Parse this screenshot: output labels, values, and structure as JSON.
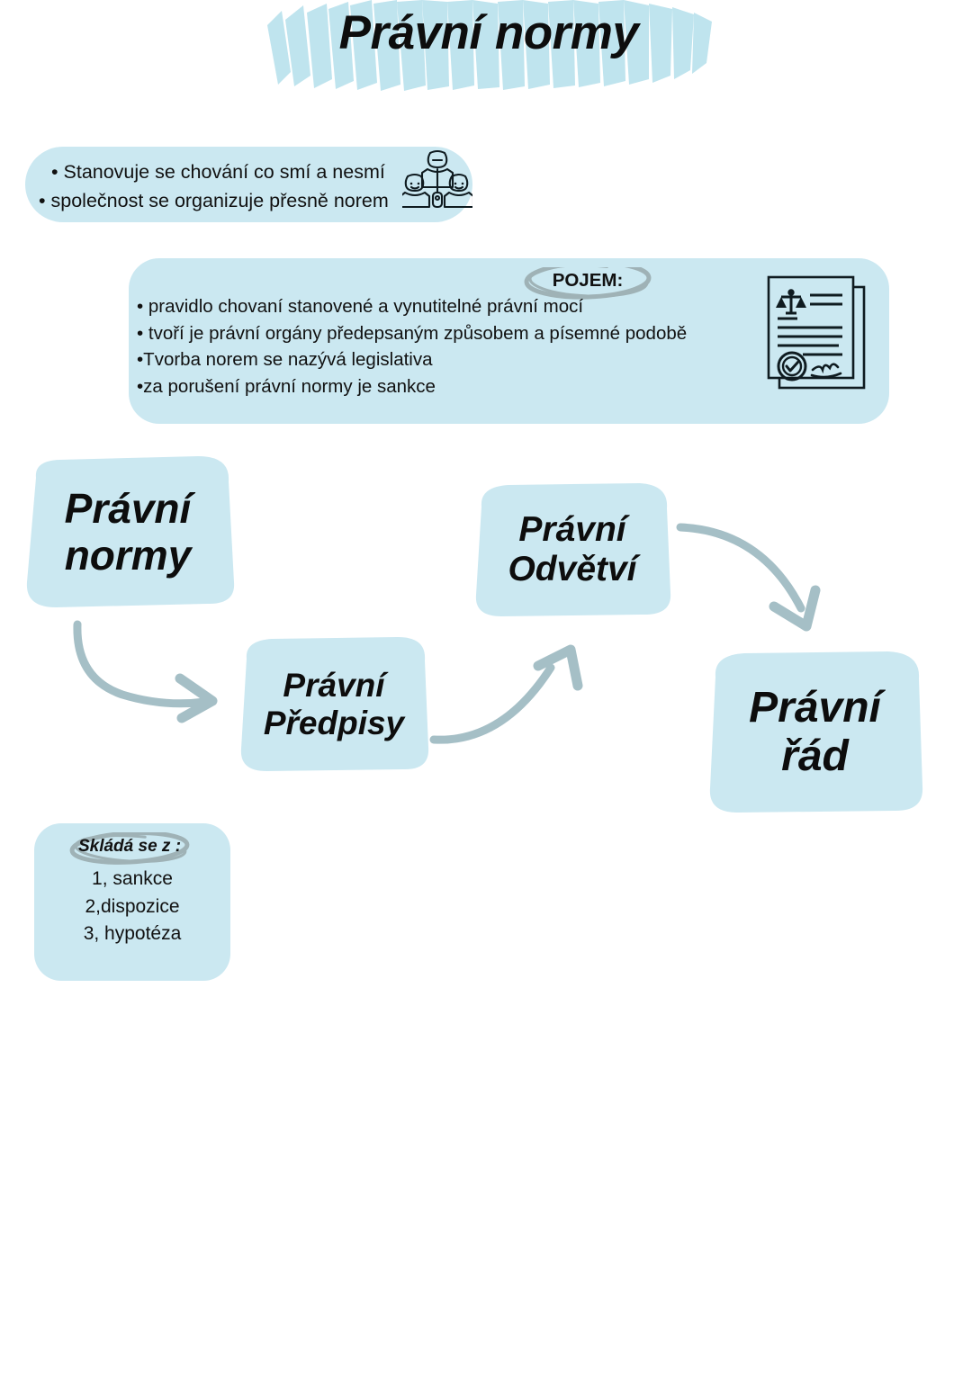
{
  "page": {
    "title": "Právní normy",
    "background_color": "#ffffff",
    "accent_color": "#cbe8f1",
    "arrow_color": "#a5bfc6",
    "scribble_color": "#9fb2b6",
    "text_color": "#111111"
  },
  "header": {
    "title": "Právní normy",
    "highlight_style": "brush-stroke",
    "highlight_color": "#bfe4ee"
  },
  "intro_box": {
    "bullets": [
      "• Stanovuje se chování co smí a nesmí",
      "• společnost se organizuje přesně norem"
    ],
    "icon": "society-group-icon"
  },
  "pojem_box": {
    "heading": "POJEM:",
    "heading_circled": true,
    "bullets": [
      "• pravidlo chovaní stanovené a vynutitelné právní mocí",
      "• tvoří je právní orgány předepsaným způsobem a písemné podobě",
      "•Tvorba norem se nazývá legislativa",
      "•za porušení právní normy je sankce"
    ],
    "icon": "legal-document-icon"
  },
  "flow": {
    "nodes": [
      {
        "id": "pravni-normy",
        "label": "Právní\nnormy"
      },
      {
        "id": "pravni-predpisy",
        "label": "Právní\nPředpisy"
      },
      {
        "id": "pravni-odvetvi",
        "label": "Právní\nOdvětví"
      },
      {
        "id": "pravni-rad",
        "label": "Právní\nřád"
      }
    ],
    "arrows": [
      {
        "from": "pravni-normy",
        "to": "pravni-predpisy",
        "direction": "down-right"
      },
      {
        "from": "pravni-predpisy",
        "to": "pravni-odvetvi",
        "direction": "up-right"
      },
      {
        "from": "pravni-odvetvi",
        "to": "pravni-rad",
        "direction": "down-right"
      }
    ]
  },
  "sklada_box": {
    "heading": "Skládá se z :",
    "heading_circled": true,
    "items": [
      "1, sankce",
      "2,dispozice",
      "3, hypotéza"
    ]
  }
}
